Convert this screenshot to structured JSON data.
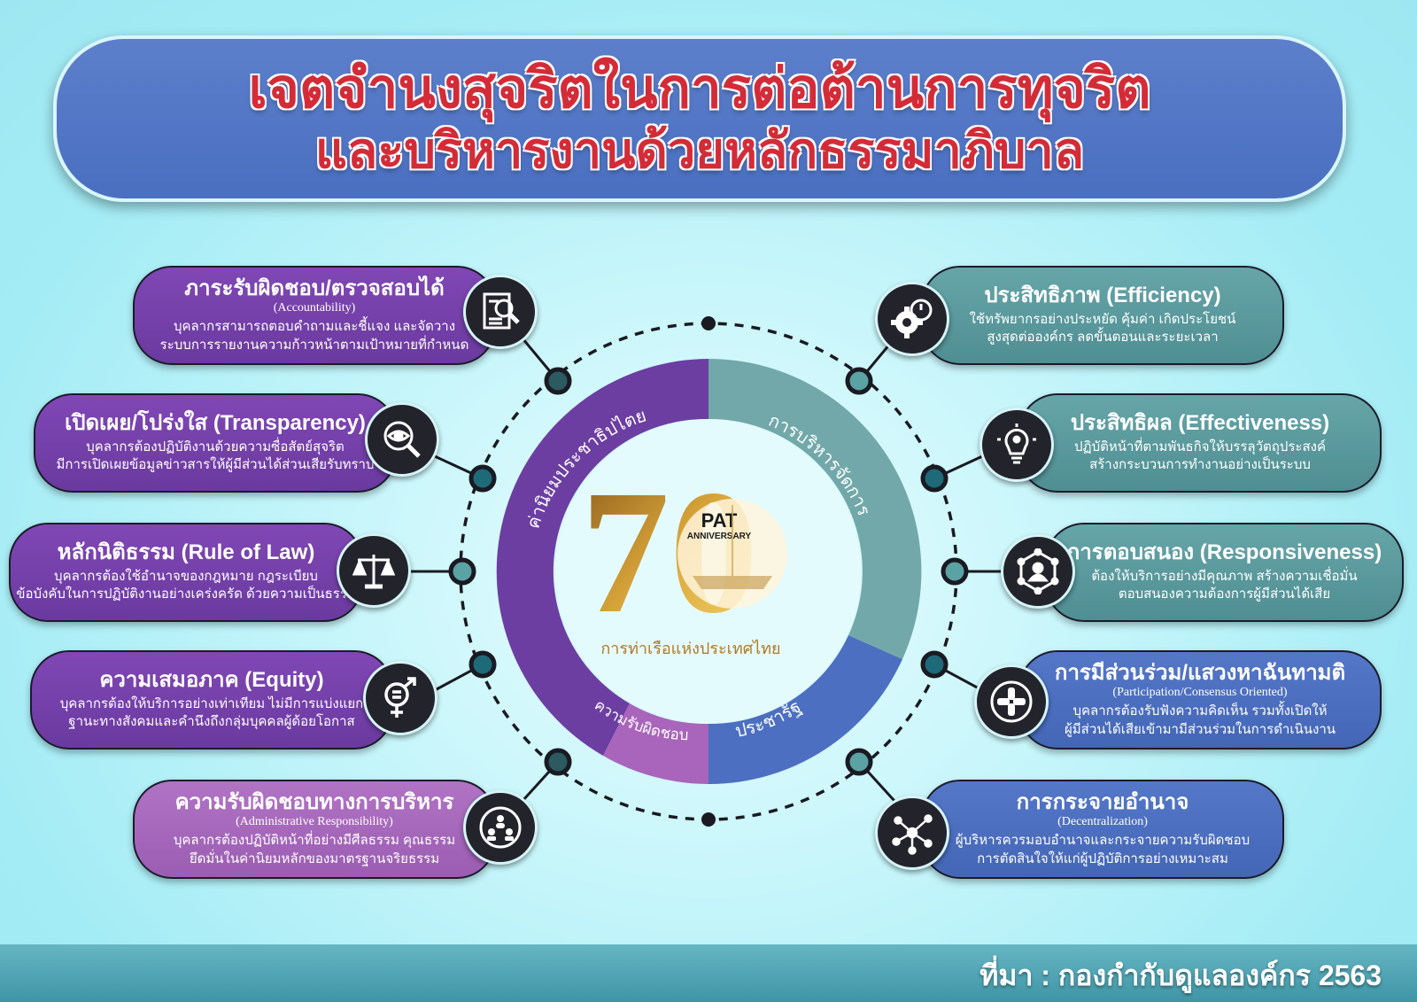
{
  "title": {
    "line1": "เจตจำนงสุจริตในการต่อต้านการทุจริต",
    "line2": "และบริหารงานด้วยหลักธรรมาภิบาล"
  },
  "ring": {
    "values": "ค่านิยมประชาธิปไตย",
    "management": "การบริหารจัดการ",
    "state": "ประชารัฐ",
    "responsibility": "ความรับผิดชอบ"
  },
  "logo": {
    "number": "70",
    "brand": "PAT",
    "anniversary": "ANNIVERSARY",
    "org": "การท่าเรือแห่งประเทศไทย"
  },
  "left_items": [
    {
      "title": "ภาระรับผิดชอบ/ตรวจสอบได้",
      "subtitle": "(Accountability)",
      "desc1": "บุคลากรสามารถตอบคำถามและชี้แจง และจัดวาง",
      "desc2": "ระบบการรายงานความก้าวหน้าตามเป้าหมายที่กำหนด",
      "icon": "document-search-icon"
    },
    {
      "title": "เปิดเผย/โปร่งใส (Transparency)",
      "subtitle": "",
      "desc1": "บุคลากรต้องปฏิบัติงานด้วยความซื่อสัตย์สุจริต",
      "desc2": "มีการเปิดเผยข้อมูลข่าวสารให้ผู้มีส่วนได้ส่วนเสียรับทราบ",
      "icon": "eye-magnifier-icon"
    },
    {
      "title": "หลักนิติธรรม (Rule of Law)",
      "subtitle": "",
      "desc1": "บุคลากรต้องใช้อำนาจของกฎหมาย กฎระเบียบ",
      "desc2": "ข้อบังคับในการปฏิบัติงานอย่างเคร่งครัด ด้วยความเป็นธรรม",
      "icon": "scales-icon"
    },
    {
      "title": "ความเสมอภาค (Equity)",
      "subtitle": "",
      "desc1": "บุคลากรต้องให้บริการอย่างเท่าเทียม ไม่มีการแบ่งแยก",
      "desc2": "ฐานะทางสังคมและคำนึงถึงกลุ่มบุคคลผู้ด้อยโอกาส",
      "icon": "gender-equality-icon"
    },
    {
      "title": "ความรับผิดชอบทางการบริหาร",
      "subtitle": "(Administrative Responsibility)",
      "desc1": "บุคลากรต้องปฏิบัติหน้าที่อย่างมีศีลธรรม คุณธรรม",
      "desc2": "ยึดมั่นในค่านิยมหลักของมาตรฐานจริยธรรม",
      "icon": "team-hierarchy-icon"
    }
  ],
  "right_items": [
    {
      "title": "ประสิทธิภาพ (Efficiency)",
      "subtitle": "",
      "desc1": "ใช้ทรัพยากรอย่างประหยัด คุ้มค่า เกิดประโยชน์",
      "desc2": "สูงสุดต่อองค์กร ลดขั้นตอนและระยะเวลา",
      "icon": "gear-stopwatch-icon"
    },
    {
      "title": "ประสิทธิผล (Effectiveness)",
      "subtitle": "",
      "desc1": "ปฏิบัติหน้าที่ตามพันธกิจให้บรรลุวัตถุประสงค์",
      "desc2": "สร้างกระบวนการทำงานอย่างเป็นระบบ",
      "icon": "lightbulb-person-icon"
    },
    {
      "title": "การตอบสนอง (Responsiveness)",
      "subtitle": "",
      "desc1": "ต้องให้บริการอย่างมีคุณภาพ สร้างความเชื่อมั่น",
      "desc2": "ตอบสนองความต้องการผู้มีส่วนได้เสีย",
      "icon": "person-network-icon"
    },
    {
      "title": "การมีส่วนร่วม/แสวงหาฉันทามติ",
      "subtitle": "(Participation/Consensus Oriented)",
      "desc1": "บุคลากรต้องรับฟังความคิดเห็น รวมทั้งเปิดให้",
      "desc2": "ผู้มีส่วนได้เสียเข้ามามีส่วนร่วมในการดำเนินงาน",
      "icon": "hands-together-icon"
    },
    {
      "title": "การกระจายอำนาจ",
      "subtitle": "(Decentralization)",
      "desc1": "ผู้บริหารควรมอบอำนาจและกระจายความรับผิดชอบ",
      "desc2": "การตัดสินใจให้แก่ผู้ปฏิบัติการอย่างเหมาะสม",
      "icon": "distribution-network-icon"
    }
  ],
  "footer": "ที่มา : กองกำกับดูแลองค์กร 2563",
  "colors": {
    "purple": "#6c3ea2",
    "lilac": "#a865bb",
    "teal": "#72a8a9",
    "blue": "#4c6fc1",
    "title_red": "#d32c38"
  }
}
